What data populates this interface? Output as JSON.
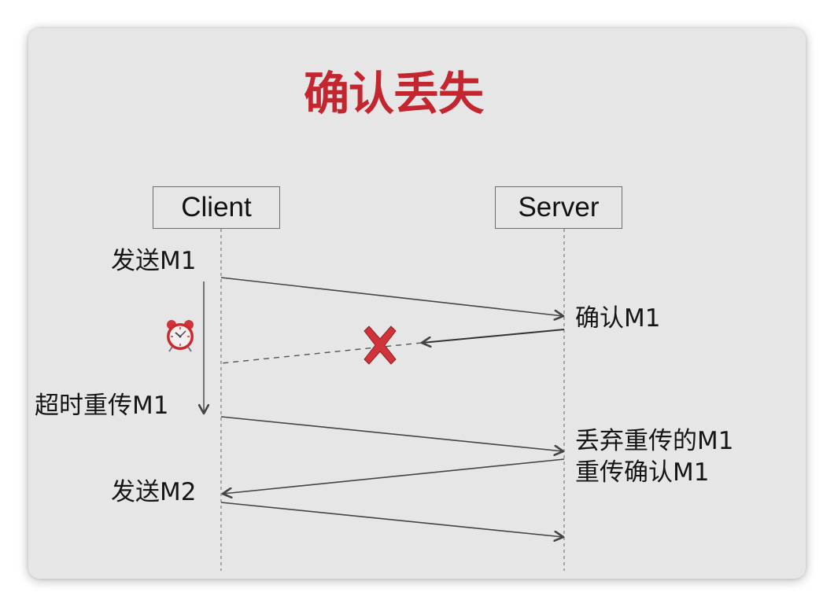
{
  "title": "确认丢失",
  "colors": {
    "title": "#c3262f",
    "line": "#444444",
    "cross": "#d0333a",
    "clock": "#d0333a"
  },
  "actors": {
    "client": "Client",
    "server": "Server"
  },
  "labels": {
    "send_m1": "发送M1",
    "ack_m1": "确认M1",
    "timeout_resend": "超时重传M1",
    "discard_resent": "丢弃重传的M1",
    "resend_ack": "重传确认M1",
    "send_m2": "发送M2"
  },
  "icons": {
    "timer": "alarm-clock-icon",
    "lost": "red-x-icon"
  }
}
